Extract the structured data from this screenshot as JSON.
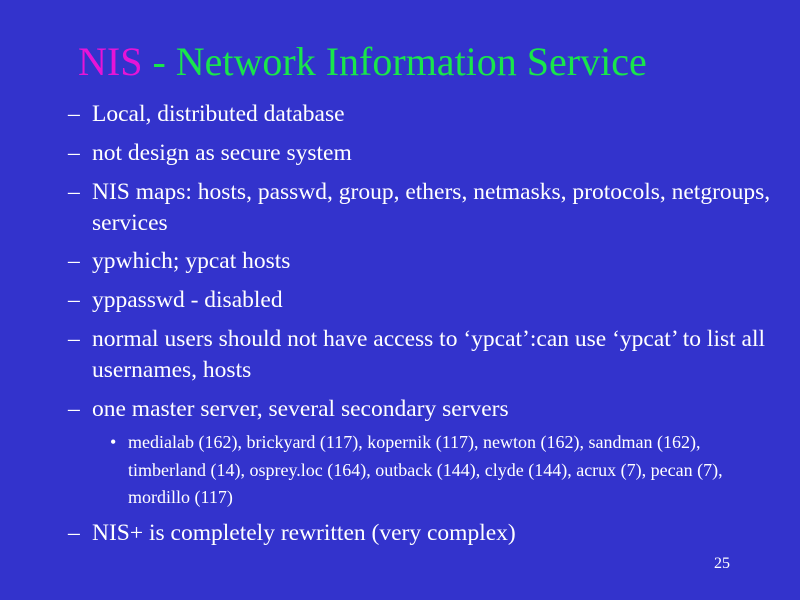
{
  "slide": {
    "title_accent": "NIS",
    "title_rest": " - Network Information Service",
    "bullets": [
      {
        "marker": "–",
        "text": "Local, distributed database"
      },
      {
        "marker": "–",
        "text": "not design  as secure system"
      },
      {
        "marker": "–",
        "text": "NIS maps:  hosts, passwd, group, ethers, netmasks, protocols, netgroups, services"
      },
      {
        "marker": "–",
        "text": "ypwhich;   ypcat hosts"
      },
      {
        "marker": "–",
        "text": "yppasswd - disabled"
      },
      {
        "marker": "–",
        "text": "normal users should not have access to ‘ypcat’:can use ‘ypcat’ to list all usernames, hosts"
      },
      {
        "marker": "–",
        "text": "one master server, several secondary servers"
      }
    ],
    "subbullet": {
      "marker": "•",
      "text": "medialab (162), brickyard (117), kopernik (117), newton (162), sandman (162), timberland (14), osprey.loc (164), outback (144), clyde (144),  acrux (7), pecan (7), mordillo (117)"
    },
    "last_bullet": {
      "marker": "–",
      "text": "NIS+ is completely rewritten (very complex)"
    },
    "page_number": "25"
  },
  "colors": {
    "background": "#3333cc",
    "title_accent": "#e614d7",
    "title_main": "#19e64b",
    "text": "#ffffff"
  }
}
